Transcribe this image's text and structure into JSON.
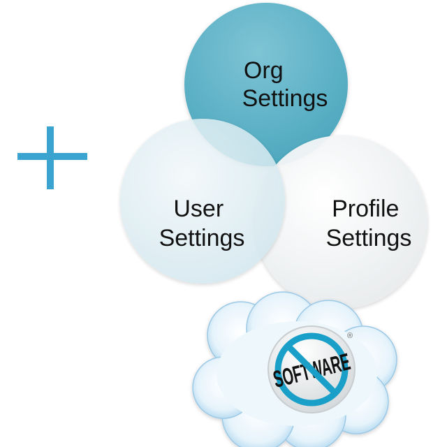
{
  "diagram": {
    "plus_symbol": "+",
    "circles": [
      {
        "id": "org",
        "lines": [
          "Org",
          "Settings"
        ],
        "fill": "#5fb3c7"
      },
      {
        "id": "user",
        "lines": [
          "User",
          "Settings"
        ],
        "fill": "#dcedf2"
      },
      {
        "id": "profile",
        "lines": [
          "Profile",
          "Settings"
        ],
        "fill": "#f2f4f5"
      }
    ],
    "text_color": "#111111",
    "accent_color": "#3ba3cf"
  },
  "logo": {
    "word": "SOFTWARE",
    "registered_mark": "®",
    "cloud_color": "#bcdff3",
    "ring_color": "#1aa0c8"
  }
}
